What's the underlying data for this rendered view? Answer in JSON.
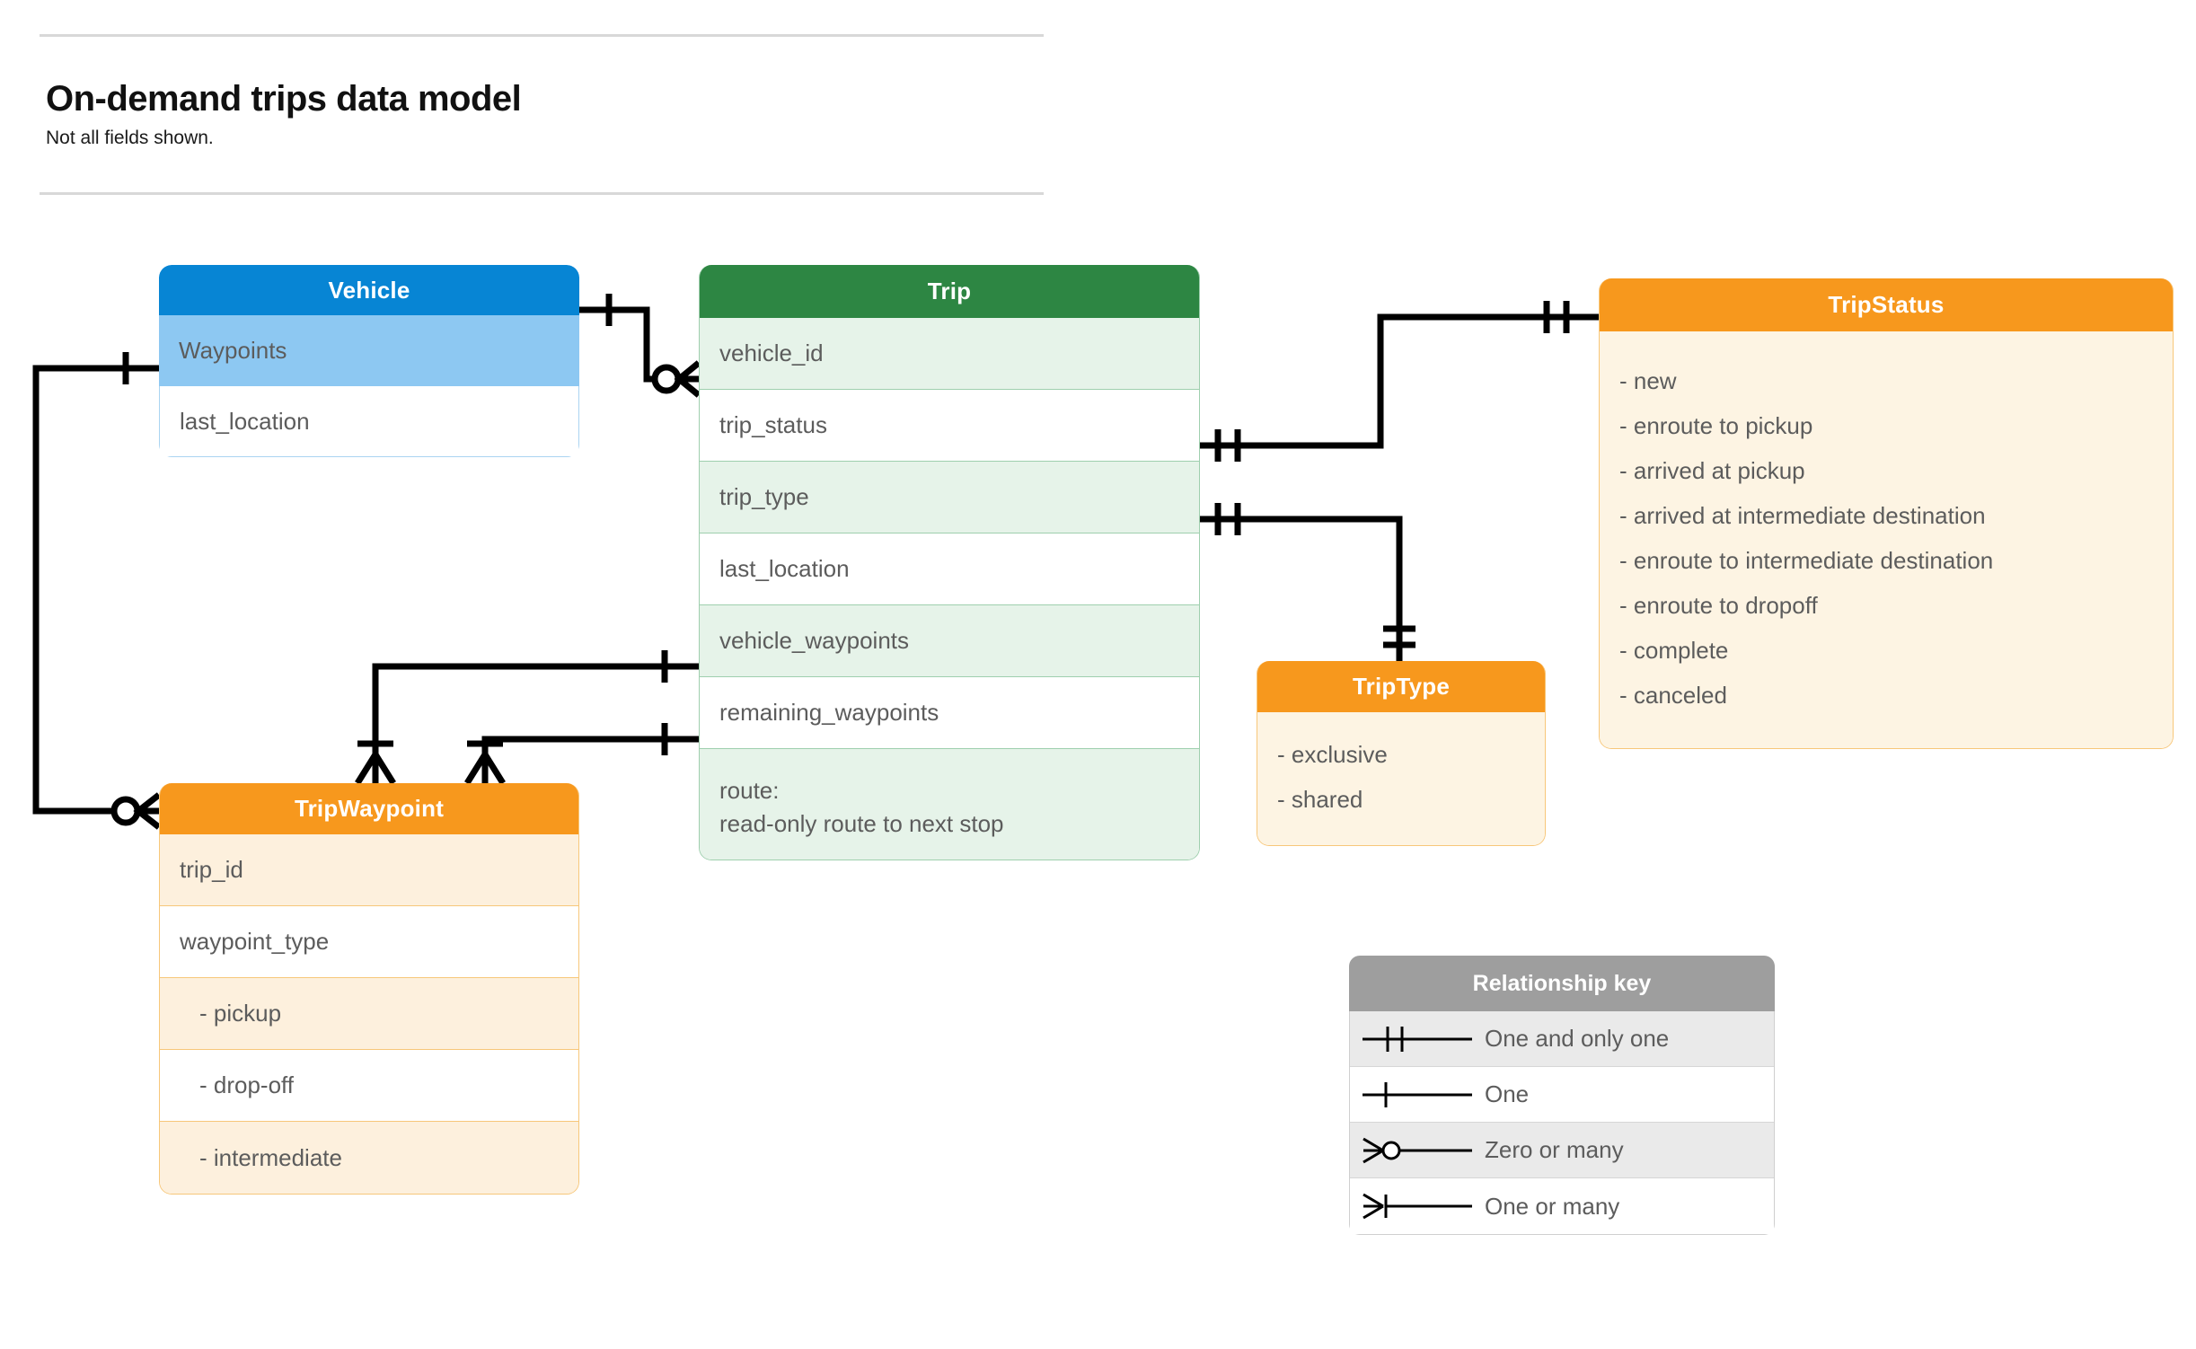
{
  "header": {
    "title": "On-demand trips data model",
    "subtitle": "Not all fields shown."
  },
  "entities": {
    "vehicle": {
      "name": "Vehicle",
      "header_color": "#0785d4",
      "fields": [
        {
          "label": "Waypoints"
        },
        {
          "label": "last_location"
        }
      ]
    },
    "trip": {
      "name": "Trip",
      "header_color": "#2d8643",
      "fields": [
        {
          "label": "vehicle_id"
        },
        {
          "label": "trip_status"
        },
        {
          "label": "trip_type"
        },
        {
          "label": "last_location"
        },
        {
          "label": "vehicle_waypoints"
        },
        {
          "label": "remaining_waypoints"
        }
      ],
      "route_line1": "route:",
      "route_line2": "read-only route to next stop"
    },
    "trip_status": {
      "name": "TripStatus",
      "header_color": "#f7981d",
      "values": [
        "- new",
        "- enroute to pickup",
        "- arrived at pickup",
        "- arrived at intermediate destination",
        "- enroute to intermediate destination",
        "- enroute to dropoff",
        "- complete",
        "- canceled"
      ]
    },
    "trip_type": {
      "name": "TripType",
      "header_color": "#f7981d",
      "values": [
        "- exclusive",
        "- shared"
      ]
    },
    "trip_waypoint": {
      "name": "TripWaypoint",
      "header_color": "#f7981d",
      "fields": [
        {
          "label": "trip_id"
        },
        {
          "label": "waypoint_type"
        },
        {
          "label": "-  pickup"
        },
        {
          "label": "-  drop-off"
        },
        {
          "label": "-  intermediate"
        }
      ]
    }
  },
  "legend": {
    "title": "Relationship key",
    "rows": [
      {
        "symbol": "one-and-only-one-icon",
        "label": "One and only one"
      },
      {
        "symbol": "one-icon",
        "label": "One"
      },
      {
        "symbol": "zero-or-many-icon",
        "label": "Zero or many"
      },
      {
        "symbol": "one-or-many-icon",
        "label": "One or many"
      }
    ]
  },
  "relationships": [
    {
      "from": "Vehicle",
      "from_cardinality": "One",
      "to": "Trip.vehicle_id",
      "to_cardinality": "Zero or many"
    },
    {
      "from": "Vehicle.Waypoints",
      "from_cardinality": "One",
      "to": "TripWaypoint",
      "to_cardinality": "Zero or many"
    },
    {
      "from": "Trip.trip_status",
      "from_cardinality": "One and only one",
      "to": "TripStatus",
      "to_cardinality": "One and only one"
    },
    {
      "from": "Trip.trip_type",
      "from_cardinality": "One and only one",
      "to": "TripType",
      "to_cardinality": "One and only one"
    },
    {
      "from": "Trip.vehicle_waypoints",
      "from_cardinality": "One",
      "to": "TripWaypoint",
      "to_cardinality": "One or many"
    },
    {
      "from": "Trip.remaining_waypoints",
      "from_cardinality": "One",
      "to": "TripWaypoint",
      "to_cardinality": "One or many"
    }
  ],
  "colors": {
    "blue": "#0785d4",
    "blue_light": "#8dc8f2",
    "green": "#2d8643",
    "green_light": "#e6f3e9",
    "orange": "#f7981d",
    "orange_light": "#fdf0dd",
    "grey": "#9e9e9e"
  }
}
